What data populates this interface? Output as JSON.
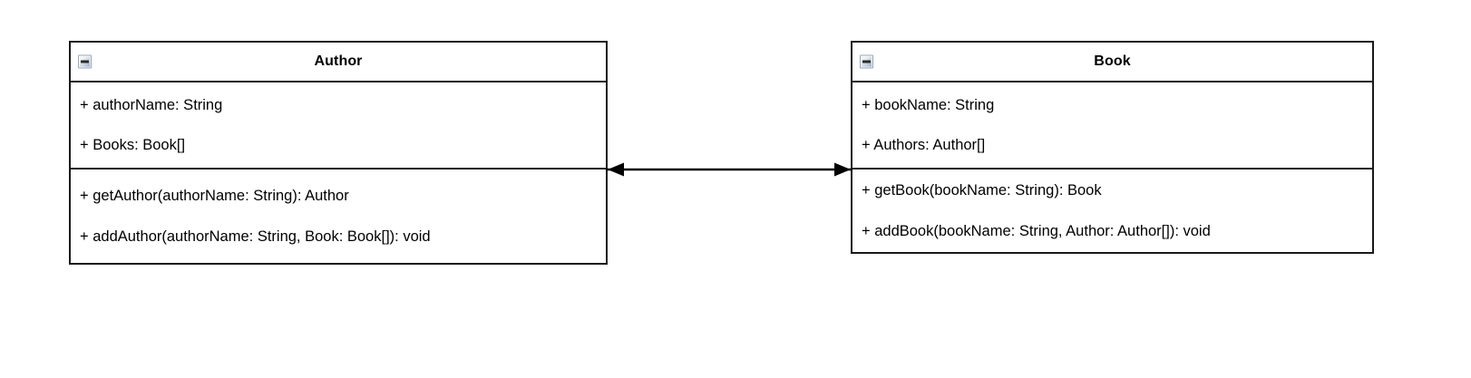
{
  "diagram": {
    "type": "uml-class-diagram",
    "background_color": "#ffffff",
    "line_color": "#1a1a1a",
    "text_color": "#000000"
  },
  "classes": [
    {
      "id": "author",
      "name": "Author",
      "collapse_icon": "minus-box-icon",
      "attributes": [
        "+ authorName: String",
        "+ Books: Book[]"
      ],
      "operations": [
        "+ getAuthor(authorName: String): Author",
        "+ addAuthor(authorName: String, Book: Book[]): void"
      ]
    },
    {
      "id": "book",
      "name": "Book",
      "collapse_icon": "minus-box-icon",
      "attributes": [
        "+ bookName: String",
        "+ Authors: Author[]"
      ],
      "operations": [
        "+ getBook(bookName: String): Book",
        "+ addBook(bookName: String, Author: Author[]): void"
      ]
    }
  ],
  "relationship": {
    "kind": "bidirectional-association",
    "from": "Author",
    "to": "Book",
    "source_arrow": "filled-triangle",
    "target_arrow": "filled-triangle",
    "label": ""
  }
}
